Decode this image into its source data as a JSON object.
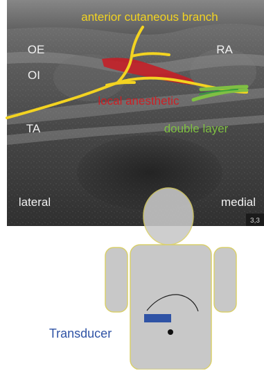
{
  "colors": {
    "yellow": "#f3d321",
    "red": "#cc1f24",
    "green": "#7fbf43",
    "green_bright": "#2f9f3a",
    "transducer_blue": "#2f53a5",
    "body_gray": "#c8c8c8",
    "body_outline": "#d9cf6a",
    "text_white": "#f1f1f1"
  },
  "ultrasound": {
    "labels": {
      "top_nerve": "anterior cutaneous branch",
      "oe": "OE",
      "oi": "OI",
      "ta": "TA",
      "ra": "RA",
      "local_anesthetic": "local anesthetic",
      "double_layer": "double layer",
      "lateral": "lateral",
      "medial": "medial",
      "scale": "3,3"
    }
  },
  "diagram": {
    "transducer_label": "Transducer"
  }
}
